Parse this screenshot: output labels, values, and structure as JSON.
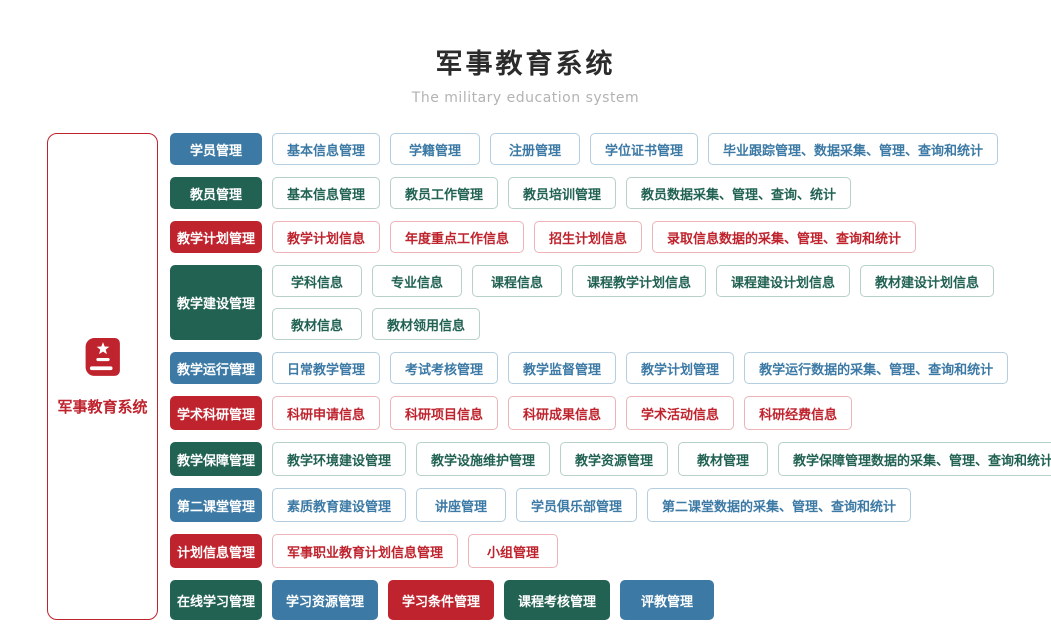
{
  "page": {
    "title": "军事教育系统",
    "subtitle": "The military education system"
  },
  "sidebar": {
    "label": "军事教育系统",
    "icon": "book-star-icon",
    "accent_color": "#bf232d"
  },
  "colors": {
    "blue": "#3c7aa5",
    "green": "#216253",
    "red": "#bf232d"
  },
  "rows": [
    {
      "id": "student-management",
      "height": "h32",
      "category": {
        "label": "学员管理",
        "color": "blue"
      },
      "lines": [
        [
          {
            "label": "基本信息管理",
            "color": "blue",
            "variant": "outline"
          },
          {
            "label": "学籍管理",
            "color": "blue",
            "variant": "outline"
          },
          {
            "label": "注册管理",
            "color": "blue",
            "variant": "outline"
          },
          {
            "label": "学位证书管理",
            "color": "blue",
            "variant": "outline"
          },
          {
            "label": "毕业跟踪管理、数据采集、管理、查询和统计",
            "color": "blue",
            "variant": "outline"
          }
        ]
      ]
    },
    {
      "id": "teacher-management",
      "height": "h32",
      "category": {
        "label": "教员管理",
        "color": "green"
      },
      "lines": [
        [
          {
            "label": "基本信息管理",
            "color": "green",
            "variant": "outline"
          },
          {
            "label": "教员工作管理",
            "color": "green",
            "variant": "outline"
          },
          {
            "label": "教员培训管理",
            "color": "green",
            "variant": "outline"
          },
          {
            "label": "教员数据采集、管理、查询、统计",
            "color": "green",
            "variant": "outline"
          }
        ]
      ]
    },
    {
      "id": "teaching-plan-management",
      "height": "h32",
      "category": {
        "label": "教学计划管理",
        "color": "red"
      },
      "lines": [
        [
          {
            "label": "教学计划信息",
            "color": "red",
            "variant": "outline"
          },
          {
            "label": "年度重点工作信息",
            "color": "red",
            "variant": "outline"
          },
          {
            "label": "招生计划信息",
            "color": "red",
            "variant": "outline"
          },
          {
            "label": "录取信息数据的采集、管理、查询和统计",
            "color": "red",
            "variant": "outline"
          }
        ]
      ]
    },
    {
      "id": "teaching-construction-management",
      "height": "h32",
      "category": {
        "label": "教学建设管理",
        "color": "green"
      },
      "lines": [
        [
          {
            "label": "学科信息",
            "color": "green",
            "variant": "outline"
          },
          {
            "label": "专业信息",
            "color": "green",
            "variant": "outline"
          },
          {
            "label": "课程信息",
            "color": "green",
            "variant": "outline"
          },
          {
            "label": "课程教学计划信息",
            "color": "green",
            "variant": "outline"
          },
          {
            "label": "课程建设计划信息",
            "color": "green",
            "variant": "outline"
          },
          {
            "label": "教材建设计划信息",
            "color": "green",
            "variant": "outline"
          }
        ],
        [
          {
            "label": "教材信息",
            "color": "green",
            "variant": "outline"
          },
          {
            "label": "教材领用信息",
            "color": "green",
            "variant": "outline"
          }
        ]
      ]
    },
    {
      "id": "teaching-operation-management",
      "height": "h32",
      "category": {
        "label": "教学运行管理",
        "color": "blue"
      },
      "lines": [
        [
          {
            "label": "日常教学管理",
            "color": "blue",
            "variant": "outline"
          },
          {
            "label": "考试考核管理",
            "color": "blue",
            "variant": "outline"
          },
          {
            "label": "教学监督管理",
            "color": "blue",
            "variant": "outline"
          },
          {
            "label": "教学计划管理",
            "color": "blue",
            "variant": "outline"
          },
          {
            "label": "教学运行数据的采集、管理、查询和统计",
            "color": "blue",
            "variant": "outline"
          }
        ]
      ]
    },
    {
      "id": "academic-research-management",
      "height": "h34",
      "category": {
        "label": "学术科研管理",
        "color": "red"
      },
      "lines": [
        [
          {
            "label": "科研申请信息",
            "color": "red",
            "variant": "outline"
          },
          {
            "label": "科研项目信息",
            "color": "red",
            "variant": "outline"
          },
          {
            "label": "科研成果信息",
            "color": "red",
            "variant": "outline"
          },
          {
            "label": "学术活动信息",
            "color": "red",
            "variant": "outline"
          },
          {
            "label": "科研经费信息",
            "color": "red",
            "variant": "outline"
          }
        ]
      ]
    },
    {
      "id": "teaching-support-management",
      "height": "h34",
      "category": {
        "label": "教学保障管理",
        "color": "green"
      },
      "lines": [
        [
          {
            "label": "教学环境建设管理",
            "color": "green",
            "variant": "outline"
          },
          {
            "label": "教学设施维护管理",
            "color": "green",
            "variant": "outline"
          },
          {
            "label": "教学资源管理",
            "color": "green",
            "variant": "outline"
          },
          {
            "label": "教材管理",
            "color": "green",
            "variant": "outline"
          },
          {
            "label": "教学保障管理数据的采集、管理、查询和统计",
            "color": "green",
            "variant": "outline"
          }
        ]
      ]
    },
    {
      "id": "second-classroom-management",
      "height": "h34",
      "category": {
        "label": "第二课堂管理",
        "color": "blue"
      },
      "lines": [
        [
          {
            "label": "素质教育建设管理",
            "color": "blue",
            "variant": "outline"
          },
          {
            "label": "讲座管理",
            "color": "blue",
            "variant": "outline"
          },
          {
            "label": "学员俱乐部管理",
            "color": "blue",
            "variant": "outline"
          },
          {
            "label": "第二课堂数据的采集、管理、查询和统计",
            "color": "blue",
            "variant": "outline"
          }
        ]
      ]
    },
    {
      "id": "plan-info-management",
      "height": "h34",
      "category": {
        "label": "计划信息管理",
        "color": "red"
      },
      "lines": [
        [
          {
            "label": "军事职业教育计划信息管理",
            "color": "red",
            "variant": "outline"
          },
          {
            "label": "小组管理",
            "color": "red",
            "variant": "outline"
          }
        ]
      ]
    },
    {
      "id": "online-learning-management",
      "height": "h40",
      "category": {
        "label": "在线学习管理",
        "color": "green"
      },
      "lines": [
        [
          {
            "label": "学习资源管理",
            "color": "blue",
            "variant": "solid"
          },
          {
            "label": "学习条件管理",
            "color": "red",
            "variant": "solid"
          },
          {
            "label": "课程考核管理",
            "color": "green",
            "variant": "solid"
          },
          {
            "label": "评教管理",
            "color": "blue",
            "variant": "solid"
          }
        ]
      ]
    }
  ]
}
